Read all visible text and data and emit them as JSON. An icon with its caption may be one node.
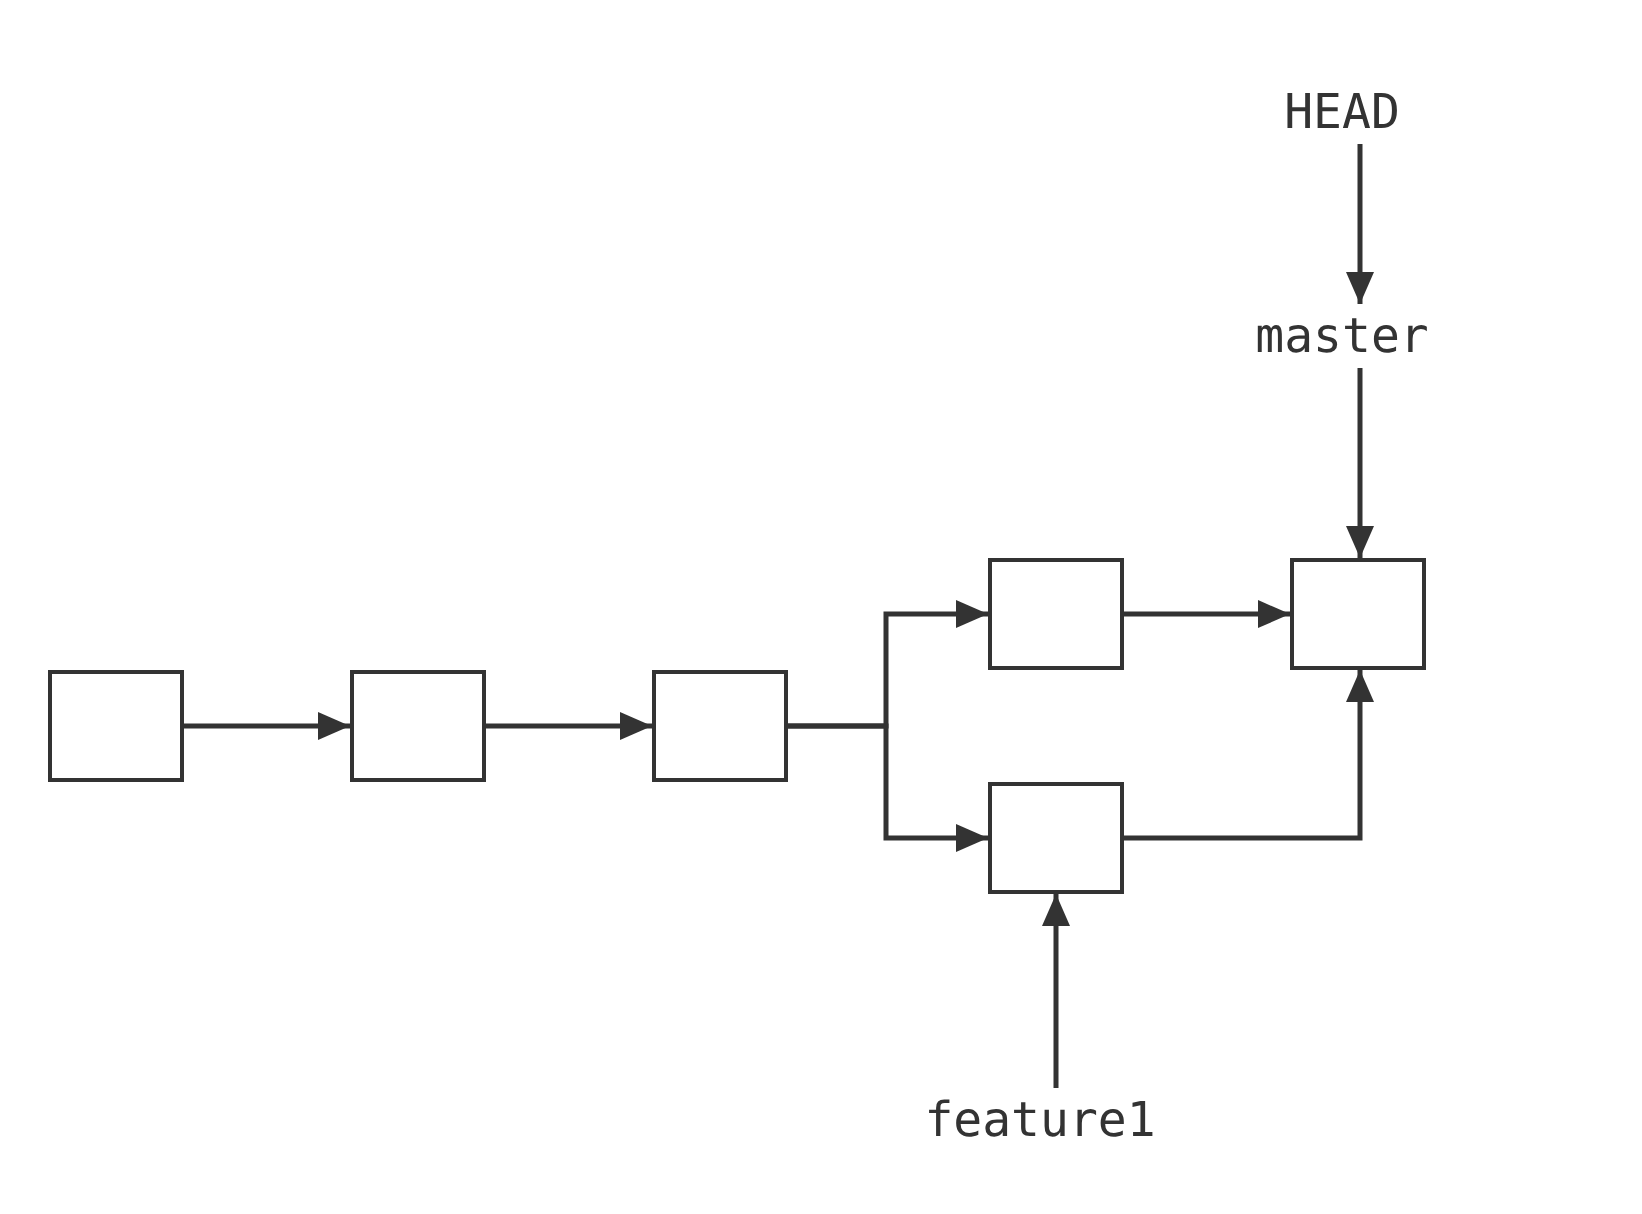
{
  "diagram": {
    "nodes": [
      {
        "text": [
          "HEAD"
        ]
      },
      {
        "text": [
          "master"
        ]
      },
      {
        "text": [],
        "shape": "box"
      },
      {
        "text": [],
        "shape": "box"
      },
      {
        "text": [],
        "shape": "box"
      },
      {
        "text": [],
        "shape": "box"
      },
      {
        "text": [],
        "shape": "box"
      },
      {
        "text": [],
        "shape": "box"
      },
      {
        "text": [
          "feature1"
        ]
      }
    ],
    "edges": [
      {
        "from": 0,
        "to": 1,
        "arrow": "to"
      },
      {
        "from": 1,
        "to": 6,
        "arrow": "to"
      },
      {
        "from": 2,
        "to": 3,
        "arrow": "to"
      },
      {
        "from": 3,
        "to": 4,
        "arrow": "to"
      },
      {
        "from": 4,
        "to": 5,
        "arrow": "to"
      },
      {
        "from": 4,
        "to": 7,
        "arrow": "to"
      },
      {
        "from": 5,
        "to": 6,
        "arrow": "to"
      },
      {
        "from": 7,
        "to": 6,
        "arrow": "to"
      },
      {
        "from": 8,
        "to": 7,
        "arrow": "to"
      }
    ]
  }
}
